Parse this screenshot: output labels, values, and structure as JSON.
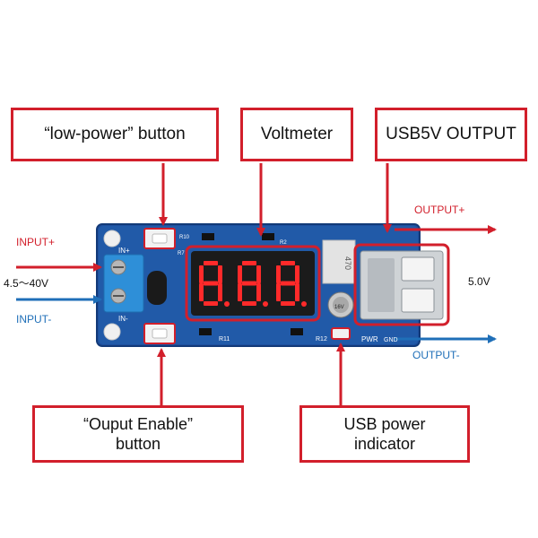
{
  "callouts": {
    "low_power": "“low-power” button",
    "voltmeter": "Voltmeter",
    "usb_output": "USB5V OUTPUT",
    "output_enable_line1": "“Ouput Enable”",
    "output_enable_line2": "button",
    "usb_indicator_line1": "USB power",
    "usb_indicator_line2": "indicator"
  },
  "labels": {
    "input_plus": "INPUT+",
    "input_minus": "INPUT-",
    "input_range": "4.5～40V",
    "output_plus": "OUTPUT+",
    "output_minus": "OUTPUT-",
    "output_voltage": "5.0V"
  },
  "board_text": {
    "in_plus": "IN+",
    "in_minus": "IN-",
    "pwr": "PWR",
    "gnd": "GND",
    "r11": "R11",
    "r12": "R12",
    "r10": "R10",
    "r2": "R2",
    "r7": "R7",
    "inductor": "470",
    "cap": "16V"
  },
  "colors": {
    "callout_border": "#d21f2b",
    "arrow_red": "#d21f2b",
    "arrow_blue": "#1f6fb8",
    "pcb_blue": "#1d4f9e",
    "display_red": "#ff2a2a"
  }
}
